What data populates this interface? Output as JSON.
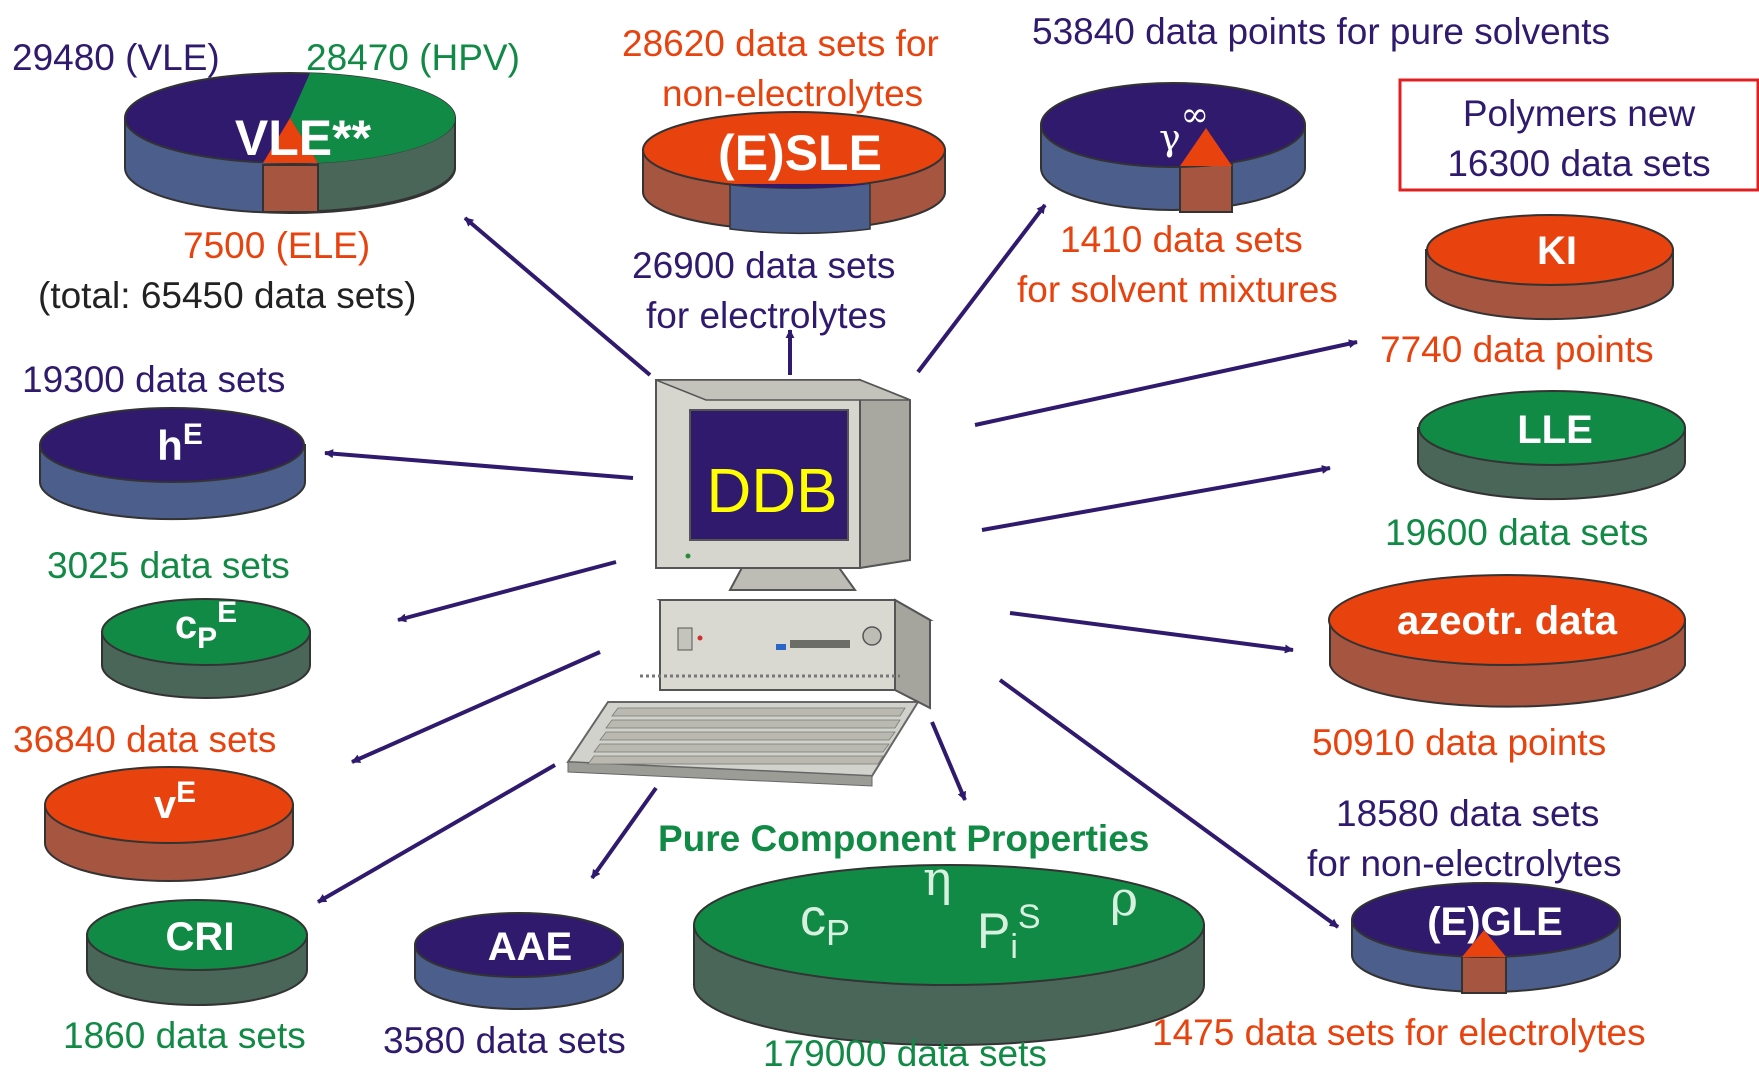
{
  "colors": {
    "navy": "#2f1a6e",
    "green": "#118a46",
    "orange": "#e8420e",
    "dark": "#222222",
    "red_border": "#e02020",
    "screen_text": "#ffff00"
  },
  "center": {
    "label": "DDB"
  },
  "disks": {
    "vle": {
      "label": "VLE**",
      "note_vle": "29480 (VLE)",
      "note_hpv": "28470 (HPV)",
      "note_ele": "7500 (ELE)",
      "note_total": "(total: 65450 data sets)"
    },
    "esle": {
      "label": "(E)SLE",
      "note_nonelec_1": "28620 data sets for",
      "note_nonelec_2": "non-electrolytes",
      "note_elec_1": "26900 data sets",
      "note_elec_2": "for electrolytes"
    },
    "gamma": {
      "label": "γ",
      "label_sup": "∞",
      "note_pure": "53840 data points for pure solvents",
      "note_mix_1": "1410 data sets",
      "note_mix_2": "for solvent mixtures"
    },
    "polymers": {
      "line1": "Polymers new",
      "line2": "16300 data sets"
    },
    "ki": {
      "label": "KI",
      "note": "7740 data points"
    },
    "lle": {
      "label": "LLE",
      "note": "19600 data sets"
    },
    "azeo": {
      "label": "azeotr. data",
      "note": "50910 data points"
    },
    "egle": {
      "label": "(E)GLE",
      "note_nonelec_1": "18580 data sets",
      "note_nonelec_2": "for non-electrolytes",
      "note_elec": "1475 data sets for electrolytes"
    },
    "he": {
      "label": "h",
      "label_sup": "E",
      "note": "19300 data sets"
    },
    "cpe": {
      "label": "c",
      "label_sub": "P",
      "label_sup": "E",
      "note": "3025 data sets"
    },
    "ve": {
      "label": "v",
      "label_sup": "E",
      "note": "36840 data sets"
    },
    "cri": {
      "label": "CRI",
      "note": "1860 data sets"
    },
    "aae": {
      "label": "AAE",
      "note": "3580 data sets"
    },
    "pcp": {
      "title": "Pure Component Properties",
      "note": "179000 data sets",
      "sym_cp": "c",
      "sym_cp_sub": "P",
      "sym_eta": "η",
      "sym_pis": "P",
      "sym_pis_sub": "i",
      "sym_pis_sup": "S",
      "sym_rho": "ρ"
    }
  }
}
